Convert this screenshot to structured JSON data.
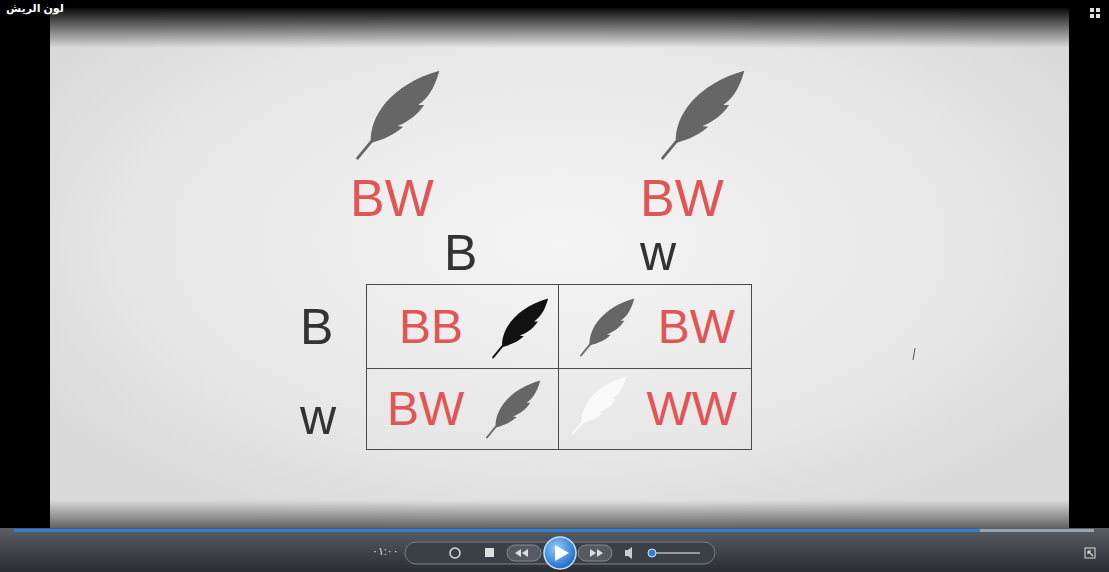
{
  "diagram": {
    "title": "لون الريش",
    "nodes": [
      {
        "text": [
          "BB"
        ]
      },
      {
        "text": [
          "BW"
        ]
      },
      {
        "text": [
          "BW"
        ]
      },
      {
        "text": [
          "WW"
        ]
      }
    ],
    "labels": [
      "BW",
      "BW",
      "B",
      "w",
      "B",
      "w",
      "٠١:٠٠"
    ]
  }
}
